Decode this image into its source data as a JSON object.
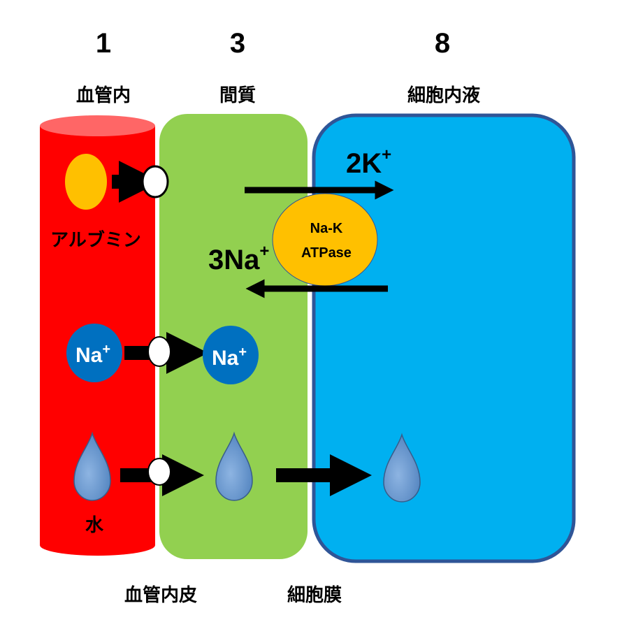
{
  "compartments": [
    {
      "ratio": "1",
      "label": "血管内"
    },
    {
      "ratio": "3",
      "label": "間質"
    },
    {
      "ratio": "8",
      "label": "細胞内液"
    }
  ],
  "albumin_label": "アルブミン",
  "water_label": "水",
  "sodium_label": "Na",
  "sodium_charge": "+",
  "pump": {
    "line1": "Na-K",
    "line2": "ATPase"
  },
  "potassium_flux": {
    "text": "2K",
    "charge": "+"
  },
  "sodium_flux": {
    "text": "3Na",
    "charge": "+"
  },
  "membranes": {
    "endothelium": "血管内皮",
    "cell_membrane": "細胞膜"
  },
  "colors": {
    "vessel": "#FF0000",
    "vessel_top": "#FF6666",
    "interstitium": "#92D050",
    "intracellular": "#00B0F0",
    "cell_border": "#2F5597",
    "albumin": "#FFC000",
    "sodium": "#0070C0",
    "water": "#5B9BD5"
  }
}
